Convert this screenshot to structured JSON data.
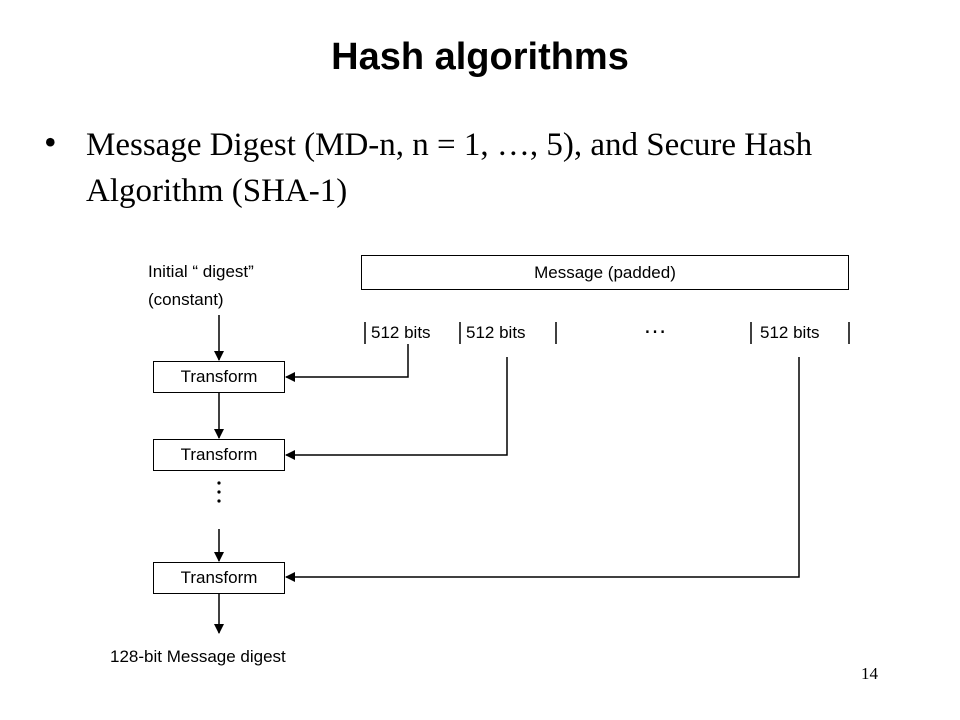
{
  "slide": {
    "title": "Hash algorithms",
    "bullet": "Message Digest (MD-n, n = 1, …, 5), and Secure Hash Algorithm (SHA-1)",
    "page_number": "14"
  },
  "diagram": {
    "initial_digest_line1": "Initial “ digest”",
    "initial_digest_line2": "(constant)",
    "message_box": "Message (padded)",
    "blocks": [
      "512 bits",
      "512 bits",
      "512 bits"
    ],
    "ellipsis": "…",
    "transforms": [
      "Transform",
      "Transform",
      "Transform"
    ],
    "output": "128-bit Message digest"
  }
}
